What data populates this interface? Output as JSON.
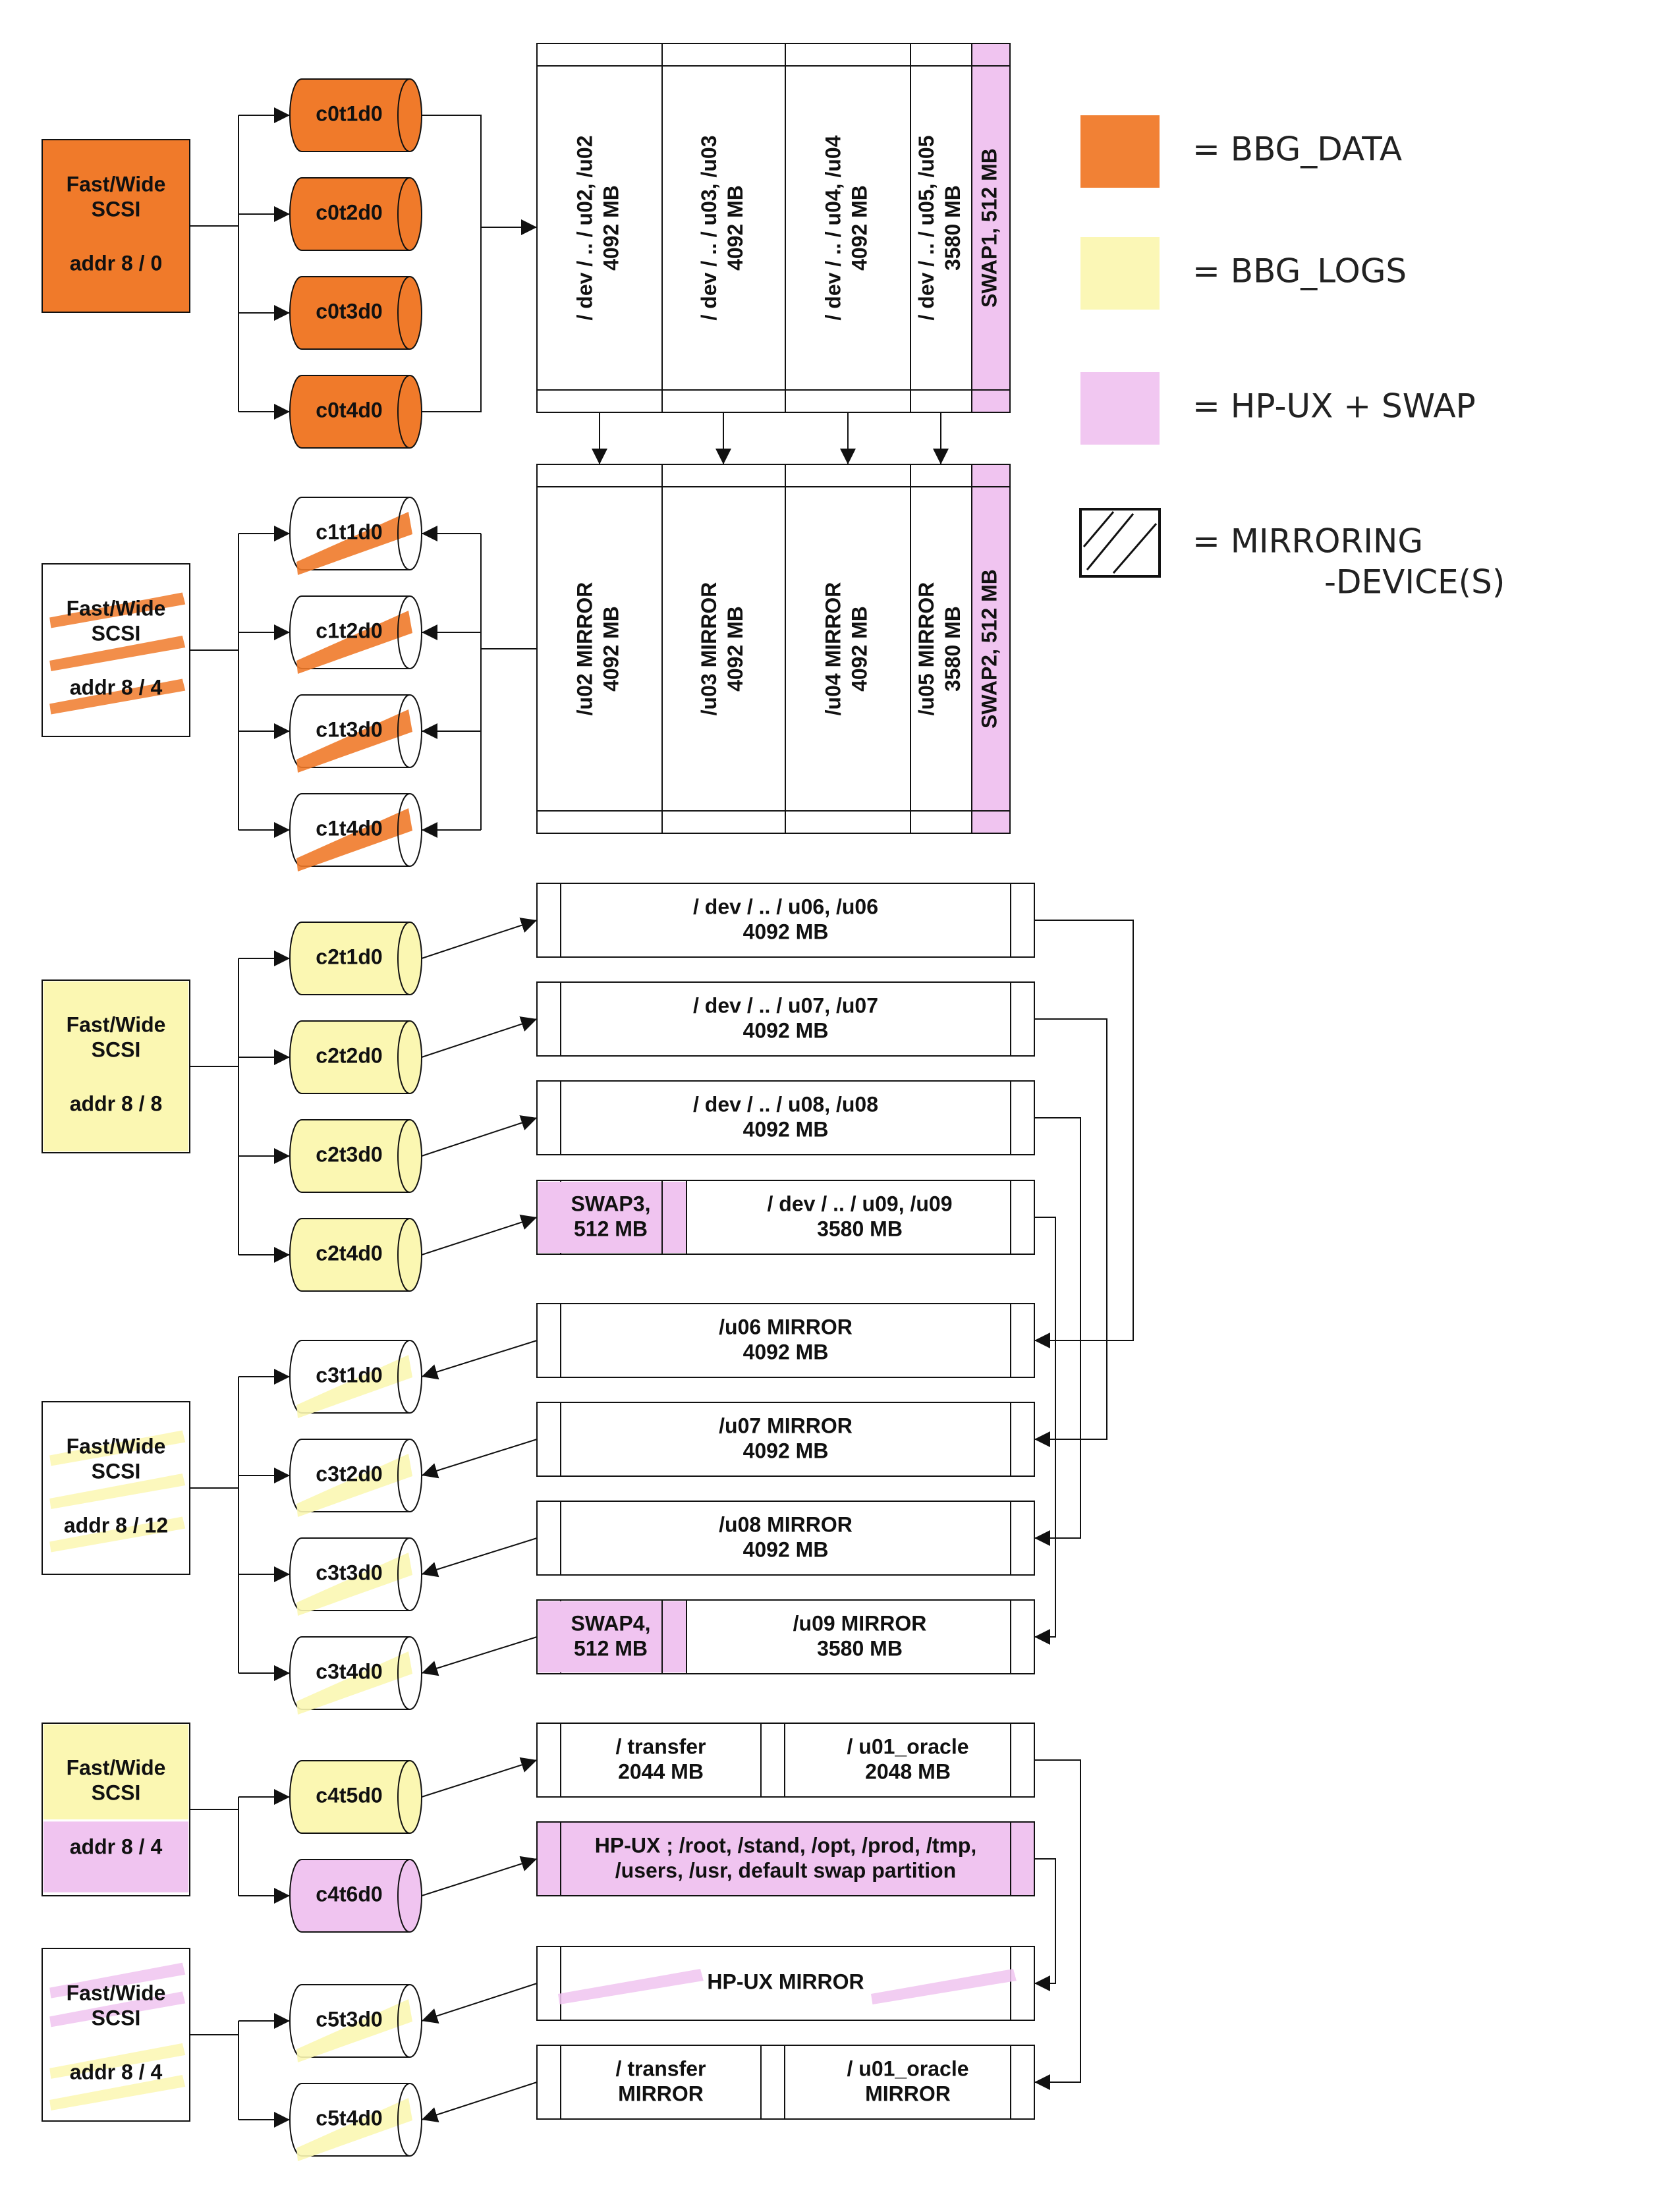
{
  "colors": {
    "bbg_data": "#F07A2A",
    "bbg_logs": "#FBF7B2",
    "hpux_swap": "#F0C4F0",
    "line": "#111111"
  },
  "legend": [
    {
      "swatch": "bbg_data",
      "label": "= BBG_DATA"
    },
    {
      "swatch": "bbg_logs",
      "label": "= BBG_LOGS"
    },
    {
      "swatch": "hpux_swap",
      "label": "= HP-UX + SWAP"
    },
    {
      "swatch": "mirroring",
      "label": "= MIRRORING",
      "label2": "-DEVICE(S)"
    }
  ],
  "controllers": [
    {
      "line1": "Fast/Wide",
      "line2": "SCSI",
      "addr": "addr 8 / 0",
      "fill": "bbg_data"
    },
    {
      "line1": "Fast/Wide",
      "line2": "SCSI",
      "addr": "addr 8 / 4",
      "fill": "bbg_data_hatch"
    },
    {
      "line1": "Fast/Wide",
      "line2": "SCSI",
      "addr": "addr 8 / 8",
      "fill": "bbg_logs"
    },
    {
      "line1": "Fast/Wide",
      "line2": "SCSI",
      "addr": "addr 8 / 12",
      "fill": "bbg_logs_hatch"
    },
    {
      "line1": "Fast/Wide",
      "line2": "SCSI",
      "addr": "addr 8 / 4",
      "fill": "mixed"
    },
    {
      "line1": "Fast/Wide",
      "line2": "SCSI",
      "addr": "addr 8 / 4",
      "fill": "mixed_hatch"
    }
  ],
  "disks": [
    {
      "label": "c0t1d0",
      "fill": "bbg_data"
    },
    {
      "label": "c0t2d0",
      "fill": "bbg_data"
    },
    {
      "label": "c0t3d0",
      "fill": "bbg_data"
    },
    {
      "label": "c0t4d0",
      "fill": "bbg_data"
    },
    {
      "label": "c1t1d0",
      "fill": "bbg_data_hatch"
    },
    {
      "label": "c1t2d0",
      "fill": "bbg_data_hatch"
    },
    {
      "label": "c1t3d0",
      "fill": "bbg_data_hatch"
    },
    {
      "label": "c1t4d0",
      "fill": "bbg_data_hatch"
    },
    {
      "label": "c2t1d0",
      "fill": "bbg_logs"
    },
    {
      "label": "c2t2d0",
      "fill": "bbg_logs"
    },
    {
      "label": "c2t3d0",
      "fill": "bbg_logs"
    },
    {
      "label": "c2t4d0",
      "fill": "bbg_logs"
    },
    {
      "label": "c3t1d0",
      "fill": "bbg_logs_hatch"
    },
    {
      "label": "c3t2d0",
      "fill": "bbg_logs_hatch"
    },
    {
      "label": "c3t3d0",
      "fill": "bbg_logs_hatch"
    },
    {
      "label": "c3t4d0",
      "fill": "bbg_logs_hatch"
    },
    {
      "label": "c4t5d0",
      "fill": "bbg_logs"
    },
    {
      "label": "c4t6d0",
      "fill": "hpux_swap"
    },
    {
      "label": "c5t3d0",
      "fill": "bbg_logs_hatch"
    },
    {
      "label": "c5t4d0",
      "fill": "bbg_logs_hatch"
    }
  ],
  "volume_groups": {
    "primary": [
      {
        "line1": "/ dev / .. / u02, /u02",
        "line2": "4092 MB"
      },
      {
        "line1": "/ dev / .. / u03, /u03",
        "line2": "4092 MB"
      },
      {
        "line1": "/ dev / .. / u04, /u04",
        "line2": "4092 MB"
      },
      {
        "line1": "/ dev / .. / u05, /u05",
        "line2": "3580 MB"
      },
      {
        "line1": "SWAP1, 512 MB",
        "swap": true
      }
    ],
    "mirror": [
      {
        "line1": "/u02 MIRROR",
        "line2": "4092 MB"
      },
      {
        "line1": "/u03 MIRROR",
        "line2": "4092 MB"
      },
      {
        "line1": "/u04 MIRROR",
        "line2": "4092 MB"
      },
      {
        "line1": "/u05 MIRROR",
        "line2": "3580 MB"
      },
      {
        "line1": "SWAP2, 512 MB",
        "swap": true
      }
    ]
  },
  "logical_volumes": [
    {
      "line1": "/ dev / .. / u06, /u06",
      "line2": "4092 MB"
    },
    {
      "line1": "/ dev / .. / u07, /u07",
      "line2": "4092 MB"
    },
    {
      "line1": "/ dev / .. / u08, /u08",
      "line2": "4092 MB"
    },
    {
      "swap1": "SWAP3,",
      "swap2": "512 MB",
      "line1": "/ dev / .. / u09, /u09",
      "line2": "3580 MB"
    },
    {
      "line1": "/u06 MIRROR",
      "line2": "4092 MB"
    },
    {
      "line1": "/u07 MIRROR",
      "line2": "4092 MB"
    },
    {
      "line1": "/u08 MIRROR",
      "line2": "4092 MB"
    },
    {
      "swap1": "SWAP4,",
      "swap2": "512 MB",
      "line1": "/u09 MIRROR",
      "line2": "3580 MB"
    },
    {
      "a1": "/ transfer",
      "a2": "2044 MB",
      "b1": "/ u01_oracle",
      "b2": "2048 MB"
    },
    {
      "line1": "HP-UX ; /root, /stand, /opt, /prod, /tmp,",
      "line2": "/users, /usr, default swap partition",
      "fill": "hpux_swap"
    },
    {
      "line1": "HP-UX MIRROR"
    },
    {
      "a1": "/ transfer",
      "a2": "MIRROR",
      "b1": "/ u01_oracle",
      "b2": "MIRROR"
    }
  ]
}
